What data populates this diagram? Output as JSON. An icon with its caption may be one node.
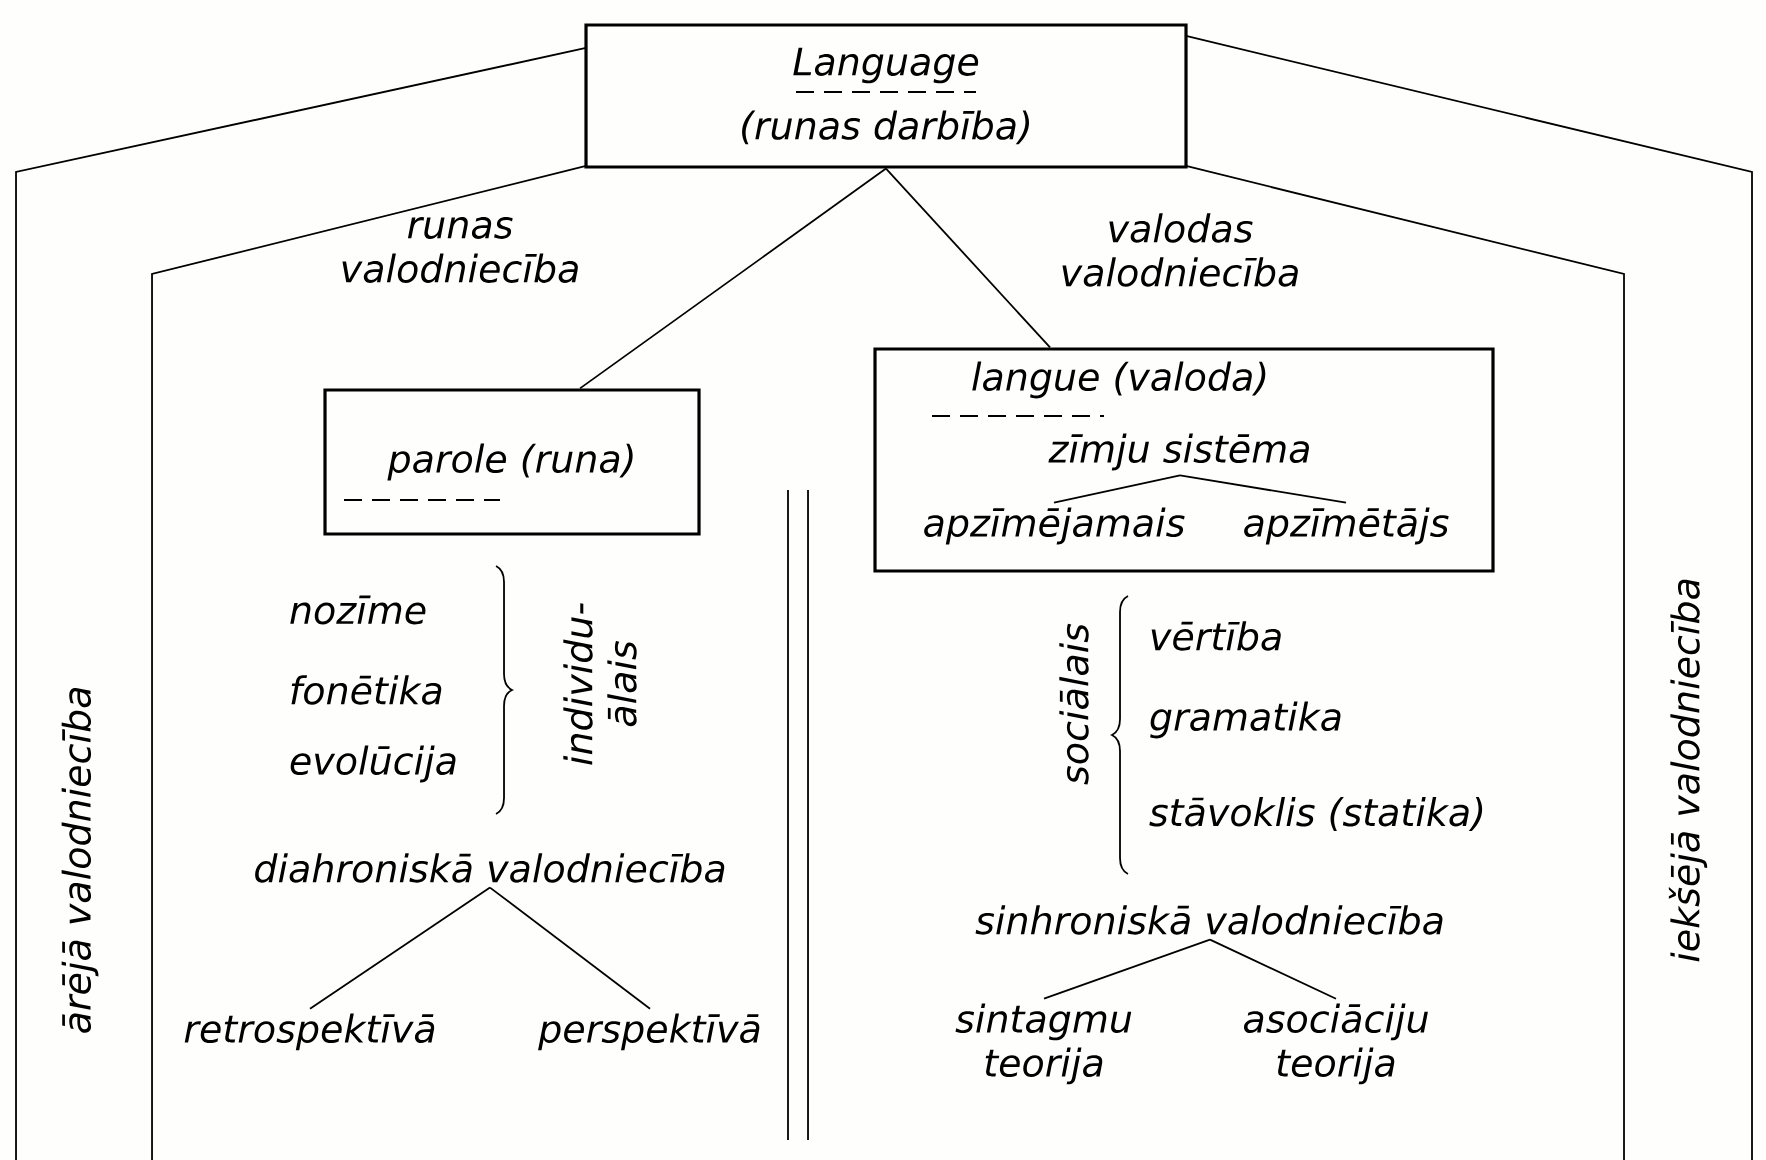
{
  "diagram": {
    "nodes": [
      {
        "text": [
          "Language",
          "(runas darbība)"
        ]
      },
      {
        "text": [
          "parole (runa)"
        ]
      },
      {
        "text": [
          "langue (valoda)"
        ]
      },
      {
        "text": [
          "zīmju sistēma"
        ],
        "in": 2
      },
      {
        "text": [
          "apzīmējamais"
        ],
        "in": 2
      },
      {
        "text": [
          "apzīmētājs"
        ],
        "in": 2
      },
      {
        "text": [
          "diahroniskā valodniecība"
        ]
      },
      {
        "text": [
          "retrospektīvā"
        ]
      },
      {
        "text": [
          "perspektīvā"
        ]
      },
      {
        "text": [
          "sinhroniskā valodniecība"
        ]
      },
      {
        "text": [
          "sintagmu teorija"
        ]
      },
      {
        "text": [
          "asociāciju teorija"
        ]
      }
    ],
    "edges": [
      {
        "from": 0,
        "to": 1,
        "arrow": "none"
      },
      {
        "from": 0,
        "to": 2,
        "arrow": "none"
      },
      {
        "from": 3,
        "to": 4,
        "arrow": "none"
      },
      {
        "from": 3,
        "to": 5,
        "arrow": "none"
      },
      {
        "from": 6,
        "to": 7,
        "arrow": "none"
      },
      {
        "from": 6,
        "to": 8,
        "arrow": "none"
      },
      {
        "from": 9,
        "to": 10,
        "arrow": "none"
      },
      {
        "from": 9,
        "to": 11,
        "arrow": "none"
      }
    ],
    "labels": [
      "runas valodniecība",
      "valodas valodniecība",
      "nozīme",
      "fonētika",
      "evolūcija",
      "individu- ālais",
      "sociālais",
      "vērtība",
      "gramatika",
      "stāvoklis (statika)",
      "ārējā valodniecība",
      "iekšējā valodniecība"
    ]
  }
}
